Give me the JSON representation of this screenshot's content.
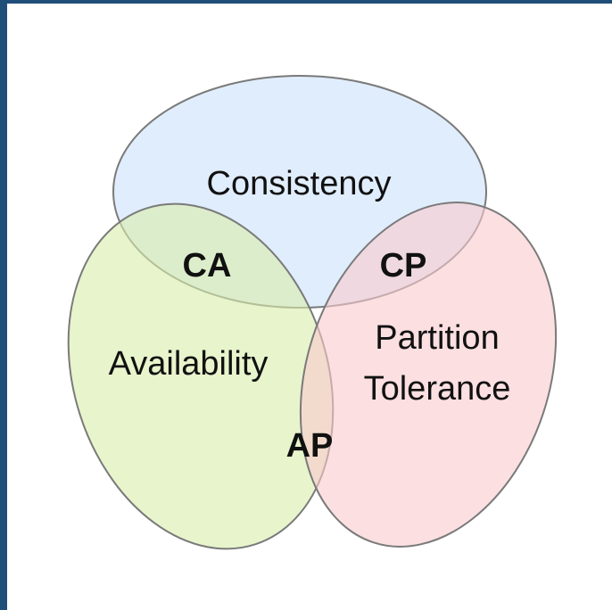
{
  "sets": {
    "consistency": {
      "label": "Consistency",
      "color": "#dbeafc"
    },
    "availability": {
      "label": "Availability",
      "color": "#e4f2c6"
    },
    "partition": {
      "label_line1": "Partition",
      "label_line2": "Tolerance",
      "color": "#fbdcdf"
    }
  },
  "intersections": {
    "ca": "CA",
    "cp": "CP",
    "ap": "AP"
  },
  "stroke_color": "#7a7a7a"
}
